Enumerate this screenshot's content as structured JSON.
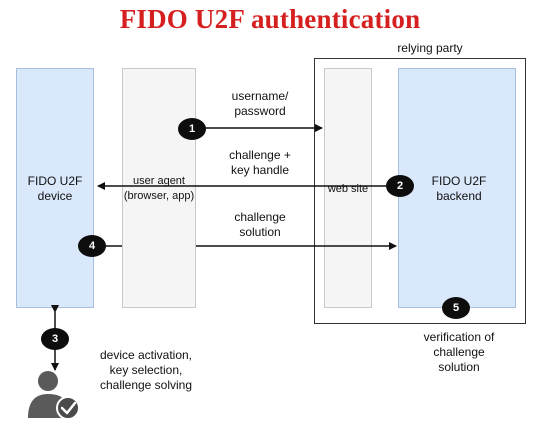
{
  "title": "FIDO U2F authentication",
  "relying_party_label": "relying party",
  "device": {
    "label": "FIDO U2F\ndevice"
  },
  "user_agent": {
    "label": "user agent\n(browser, app)"
  },
  "web_site": {
    "label": "web site"
  },
  "backend": {
    "label": "FIDO U2F\nbackend"
  },
  "messages": {
    "m1": "username/\npassword",
    "m2": "challenge +\nkey handle",
    "m3": "challenge\nsolution"
  },
  "steps": [
    "1",
    "2",
    "3",
    "4",
    "5"
  ],
  "user_action": "device activation,\nkey selection,\nchallenge solving",
  "verification": "verification of\nchallenge\nsolution",
  "icons": [
    "user-check-icon"
  ],
  "colors": {
    "title": "#d61f1f",
    "device_fill": "#dae8fc",
    "agent_fill": "#f5f5f5",
    "badge": "#0d0d0d"
  }
}
